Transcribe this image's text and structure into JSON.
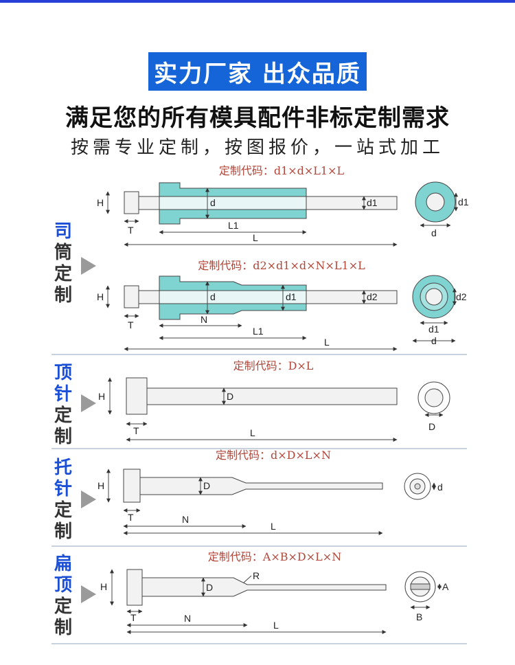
{
  "banner": "实力厂家 出众品质",
  "headline": "满足您的所有模具配件非标定制需求",
  "subline": "按需专业定制，按图报价，一站式加工",
  "sections": [
    {
      "label_top": "司",
      "label_rest": "筒定制"
    },
    {
      "label_top": "顶针",
      "label_rest": "定制"
    },
    {
      "label_top": "托针",
      "label_rest": "定制"
    },
    {
      "label_top": "扁顶",
      "label_rest": "定制"
    }
  ],
  "codes": {
    "sleeve1": "定制代码：d1×d×L1×L",
    "sleeve2": "定制代码：d2×d1×d×N×L1×L",
    "ejector": "定制代码：D×L",
    "stepped": "定制代码：d×D×L×N",
    "flat": "定制代码：A×B×D×L×N"
  },
  "dims": {
    "H": "H",
    "T": "T",
    "L": "L",
    "L1": "L1",
    "N": "N",
    "d": "d",
    "d1": "d1",
    "d2": "d2",
    "D": "D",
    "R": "R",
    "A": "A",
    "B": "B"
  },
  "colors": {
    "sleeve": "#7fd3d1",
    "banner": "#1565d8",
    "code": "#b0473a",
    "pin": "#e8e8e8"
  }
}
